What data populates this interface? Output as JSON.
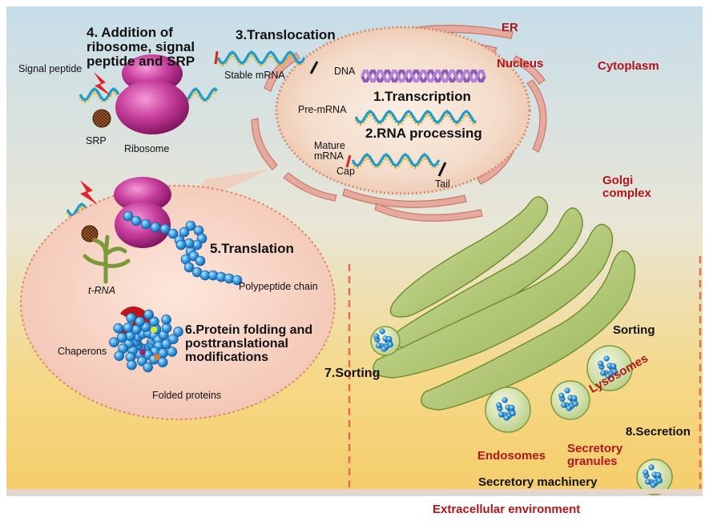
{
  "colors": {
    "organelle_red": "#b3141b",
    "membrane": "#d98a80",
    "nucleus_fill": "#f1d6c4",
    "golgi_green": "#a8c163",
    "ribosome_magenta": "#b42e8c",
    "protein_blue": "#2d8fd6",
    "dashed_boundary": "#e07050",
    "cytoplasm_top": "#c9dde8",
    "cytoplasm_bottom": "#f6d57a"
  },
  "icons": [
    "ribosome-icon",
    "srp-icon",
    "signal-peptide-bolt-icon",
    "trna-icon",
    "chaperon-icon",
    "polypeptide-chain-icon",
    "folded-protein-icon",
    "mrna-strand-icon",
    "dna-helix-icon",
    "vesicle-icon"
  ],
  "labels": {
    "step4": [
      "4. Addition of",
      "ribosome, signal",
      "peptide and SRP"
    ],
    "signal_peptide": "Signal peptide",
    "srp": "SRP",
    "ribosome": "Ribosome",
    "step3": "3.Translocation",
    "stable_mrna": "Stable mRNA",
    "er": "ER",
    "nucleus": "Nucleus",
    "cytoplasm": "Cytoplasm",
    "dna": "DNA",
    "step1": "1.Transcription",
    "pre_mrna": "Pre-mRNA",
    "step2": "2.RNA processing",
    "mature_mrna": [
      "Mature",
      "mRNA"
    ],
    "cap": "Cap",
    "tail": "Tail",
    "golgi": [
      "Golgi",
      "complex"
    ],
    "step5": "5.Translation",
    "trna": "t-RNA",
    "polypeptide_chain": "Polypeptide chain",
    "chaperons": "Chaperons",
    "step6": [
      "6.Protein folding and",
      "posttranslational",
      "modifications"
    ],
    "folded_proteins": "Folded proteins",
    "step7": "7.Sorting",
    "sorting": "Sorting",
    "lysosomes": "Lysosomes",
    "step8": "8.Secretion",
    "endosomes": "Endosomes",
    "secretory_granules": [
      "Secretory",
      "granules"
    ],
    "secretory_machinery": "Secretory machinery",
    "extracellular": "Extracellular environment"
  }
}
